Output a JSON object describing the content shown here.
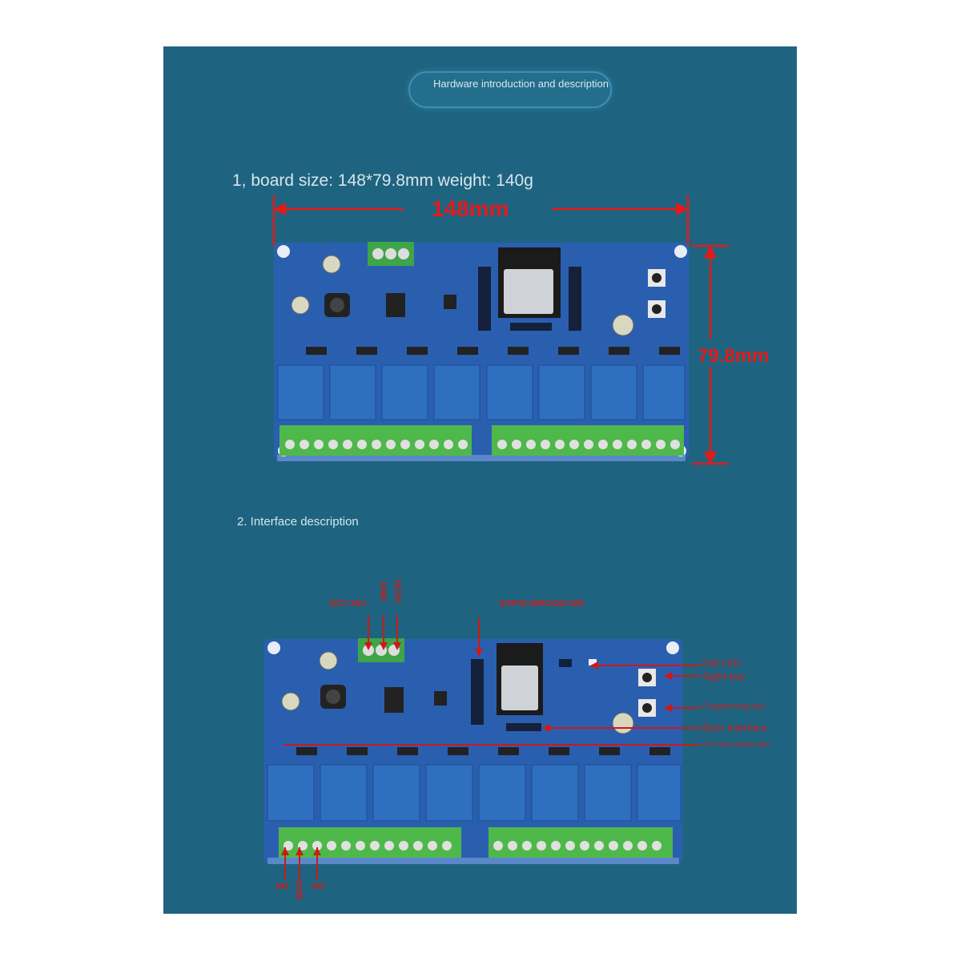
{
  "header": {
    "title": "Hardware introduction and description"
  },
  "section1": {
    "heading": "1, board size: 148*79.8mm weight: 140g",
    "width_label": "148mm",
    "height_label": "79.8mm"
  },
  "section2": {
    "heading": "2. Interface description",
    "labels": {
      "dc_in": "DC7-30V",
      "gnd": "GND",
      "dc5v": "DC5V",
      "module": "ESP32-WROOM-32E",
      "edit_led": "Edit LED",
      "sight_key": "Sight key",
      "prog_key": "Programming key",
      "burn": "Burn interface",
      "relay_light": "One relay indicator light",
      "no": "NO",
      "com": "COM",
      "nc": "NC"
    }
  },
  "colors": {
    "panel": "#1e6480",
    "accent_red": "#e31a1a",
    "pcb": "#2a5fb0",
    "relay": "#2e6fc0",
    "terminal": "#4fb84a"
  }
}
